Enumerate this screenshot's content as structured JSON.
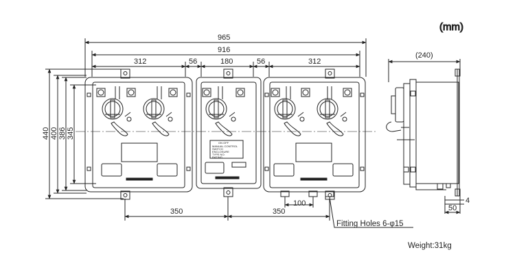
{
  "units": "(mm)",
  "weight": "Weight:31kg",
  "fitting_holes": "Fitting Holes 6-φ15",
  "dimensions": {
    "overall_width": "965",
    "mounting_width": "916",
    "panel_a": "312",
    "gap_a": "56",
    "panel_b": "180",
    "gap_b": "56",
    "panel_c": "312",
    "height_total": "440",
    "height_400": "400",
    "height_386": "386",
    "height_345": "345",
    "pitch_left": "350",
    "pitch_right": "350",
    "conduit_pitch": "100",
    "depth": "(240)",
    "side_offset": "4",
    "side_foot": "50"
  },
  "nameplate_lines": [
    "ON OFF",
    "MANUAL CONTROL",
    "SWITCH",
    "ENCLOSURE",
    "TYPE NO.",
    "RATING"
  ],
  "colors": {
    "line": "#222222",
    "center_line": "#666666",
    "background": "#ffffff"
  }
}
